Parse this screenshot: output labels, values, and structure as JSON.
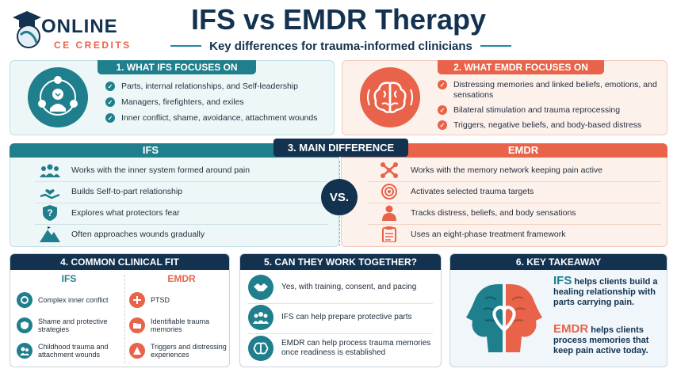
{
  "header": {
    "logo_line1": "ONLINE",
    "logo_line2": "CE CREDITS",
    "title": "IFS vs EMDR Therapy",
    "subtitle": "Key differences for trauma-informed clinicians"
  },
  "ifs_focus": {
    "heading": "1. WHAT IFS FOCUSES ON",
    "icon": "parts-network-icon",
    "items": [
      "Parts, internal relationships, and Self-leadership",
      "Managers, firefighters, and exiles",
      "Inner conflict, shame, avoidance, attachment wounds"
    ]
  },
  "emdr_focus": {
    "heading": "2. WHAT EMDR FOCUSES ON",
    "icon": "brain-icon",
    "items": [
      "Distressing memories and linked beliefs, emotions, and sensations",
      "Bilateral stimulation and trauma reprocessing",
      "Triggers, negative beliefs, and body-based distress"
    ]
  },
  "main_difference": {
    "heading": "3. MAIN DIFFERENCE",
    "left_label": "IFS",
    "right_label": "EMDR",
    "vs": "VS.",
    "ifs_rows": [
      {
        "text": "Works with the inner system formed around pain",
        "icon": "group-icon"
      },
      {
        "text": "Builds Self-to-part relationship",
        "icon": "hand-heart-icon"
      },
      {
        "text": "Explores what protectors fear",
        "icon": "shield-question-icon"
      },
      {
        "text": "Often approaches wounds gradually",
        "icon": "mountain-path-icon"
      }
    ],
    "emdr_rows": [
      {
        "text": "Works with the memory network keeping pain active",
        "icon": "network-icon"
      },
      {
        "text": "Activates selected trauma targets",
        "icon": "target-icon"
      },
      {
        "text": "Tracks distress, beliefs, and body sensations",
        "icon": "person-icon"
      },
      {
        "text": "Uses an eight-phase treatment framework",
        "icon": "clipboard-icon"
      }
    ]
  },
  "clinical_fit": {
    "heading": "4. COMMON CLINICAL FIT",
    "ifs_label": "IFS",
    "emdr_label": "EMDR",
    "ifs_items": [
      "Complex inner conflict",
      "Shame and protective strategies",
      "Childhood trauma and attachment wounds"
    ],
    "emdr_items": [
      "PTSD",
      "Identifiable trauma memories",
      "Triggers and distressing experiences"
    ]
  },
  "together": {
    "heading": "5. CAN THEY WORK TOGETHER?",
    "items": [
      "Yes, with training, consent, and pacing",
      "IFS can help prepare protective parts",
      "EMDR can help process trauma memories once readiness is established"
    ]
  },
  "takeaway": {
    "heading": "6. KEY TAKEAWAY",
    "ifs_word": "IFS",
    "ifs_text": " helps clients build a healing relationship with parts carrying pain.",
    "emdr_word": "EMDR",
    "emdr_text": " helps clients process memories that keep pain active today."
  },
  "colors": {
    "teal": "#1f7f8c",
    "coral": "#e8634a",
    "navy": "#12324f"
  }
}
